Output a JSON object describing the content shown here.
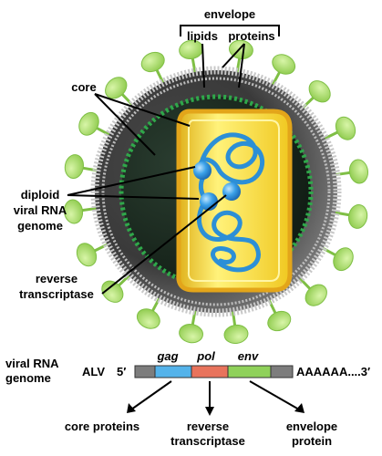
{
  "labels": {
    "envelope": "envelope",
    "lipids": "lipids",
    "proteins": "proteins",
    "core": "core",
    "diploid_1": "diploid",
    "diploid_2": "viral RNA",
    "diploid_3": "genome",
    "rt_1": "reverse",
    "rt_2": "transcriptase"
  },
  "genome_map": {
    "label_1": "viral RNA",
    "label_2": "genome",
    "virus": "ALV",
    "five_prime": "5′",
    "three_prime_tail": "AAAAAA....3′",
    "genes": [
      {
        "name": "gag",
        "product_1": "core proteins",
        "product_2": ""
      },
      {
        "name": "pol",
        "product_1": "reverse",
        "product_2": "transcriptase"
      },
      {
        "name": "env",
        "product_1": "envelope",
        "product_2": "protein"
      }
    ]
  },
  "colors": {
    "spike_green": "#9ed65a",
    "core_yellow": "#f7dc2a",
    "rna_blue": "#2c8fd6",
    "gag_blue": "#54b3ea",
    "pol_red": "#e8735c",
    "env_green": "#8fd15a",
    "ltr_gray": "#7d7d7d"
  }
}
